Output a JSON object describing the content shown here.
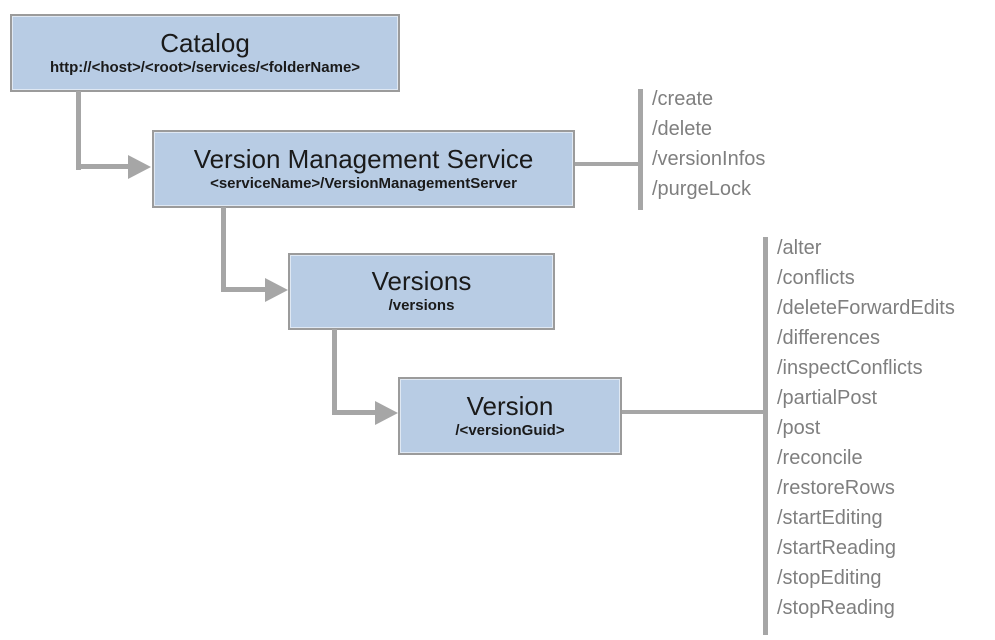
{
  "diagram": {
    "nodes": [
      {
        "title": "Catalog",
        "subtitle": "http://<host>/<root>/services/<folderName>"
      },
      {
        "title": "Version Management Service",
        "subtitle": "<serviceName>/VersionManagementServer"
      },
      {
        "title": "Versions",
        "subtitle": "/versions"
      },
      {
        "title": "Version",
        "subtitle": "/<versionGuid>"
      }
    ],
    "vms_operations": [
      "/create",
      "/delete",
      "/versionInfos",
      "/purgeLock"
    ],
    "version_operations": [
      "/alter",
      "/conflicts",
      "/deleteForwardEdits",
      "/differences",
      "/inspectConflicts",
      "/partialPost",
      "/post",
      "/reconcile",
      "/restoreRows",
      "/startEditing",
      "/startReading",
      "/stopEditing",
      "/stopReading"
    ],
    "colors": {
      "node_fill": "#b8cce4",
      "node_border": "#9b9b9b",
      "connector": "#a6a6a6",
      "operation_text": "#7f7f7f",
      "node_text": "#1a1a1a"
    }
  }
}
